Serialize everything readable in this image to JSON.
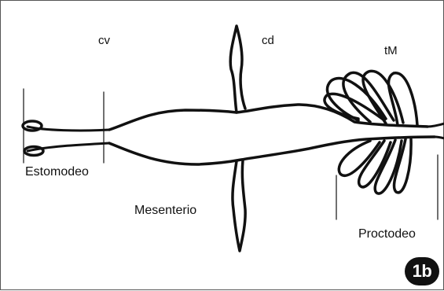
{
  "labels": {
    "cv": "cv",
    "cd": "cd",
    "tm": "tM",
    "estomodeo": "Estomodeo",
    "mesenterio": "Mesenterio",
    "proctodeo": "Proctodeo"
  },
  "figure_badge": "1b",
  "colors": {
    "ink": "#111111",
    "background": "#ffffff",
    "badge_bg": "#111111",
    "badge_text": "#ffffff"
  }
}
